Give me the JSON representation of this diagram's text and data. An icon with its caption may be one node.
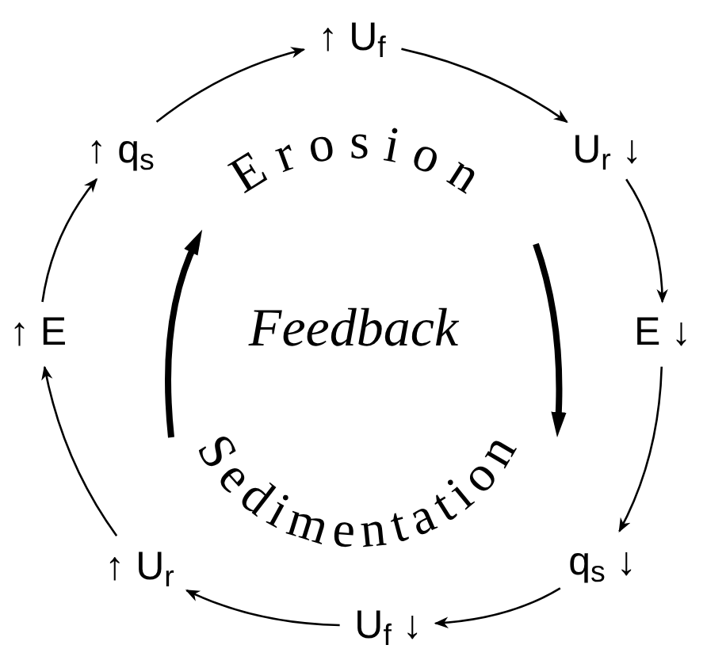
{
  "diagram": {
    "nodes": [
      {
        "text": [
          "↑ U$_{f}$"
        ]
      },
      {
        "text": [
          "U$_{r}$ ↓"
        ]
      },
      {
        "text": [
          "E ↓"
        ]
      },
      {
        "text": [
          "q$_{s}$ ↓"
        ]
      },
      {
        "text": [
          "U$_{f}$ ↓"
        ]
      },
      {
        "text": [
          "↑ U$_{r}$"
        ]
      },
      {
        "text": [
          "↑ E"
        ]
      },
      {
        "text": [
          "↑ q$_{s}$"
        ]
      }
    ],
    "edges": [
      {
        "from": 7,
        "to": 0,
        "arrow": "to"
      },
      {
        "from": 0,
        "to": 1,
        "arrow": "to"
      },
      {
        "from": 1,
        "to": 2,
        "arrow": "to"
      },
      {
        "from": 2,
        "to": 3,
        "arrow": "to"
      },
      {
        "from": 3,
        "to": 4,
        "arrow": "to"
      },
      {
        "from": 4,
        "to": 5,
        "arrow": "to"
      },
      {
        "from": 5,
        "to": 6,
        "arrow": "to"
      },
      {
        "from": 6,
        "to": 7,
        "arrow": "to"
      }
    ],
    "labels": [
      "Erosion",
      "Feedback",
      "Sedimentation"
    ]
  }
}
